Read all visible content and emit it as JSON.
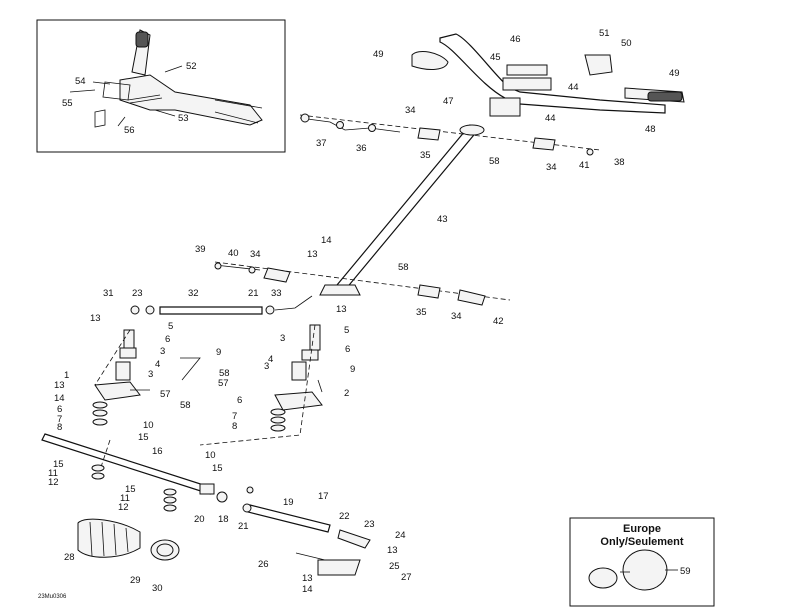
{
  "diagram": {
    "code": "23Mu0306",
    "inset_box_text": "Europe\nOnly/Seulement",
    "inset_line1": "Europe",
    "inset_line2": "Only/Seulement",
    "callouts": {
      "c1": "1",
      "c2": "2",
      "c3a": "3",
      "c3b": "3",
      "c3c": "3",
      "c3d": "3",
      "c4a": "4",
      "c4b": "4",
      "c5a": "5",
      "c5b": "5",
      "c6a": "6",
      "c6b": "6",
      "c6c": "6",
      "c6d": "6",
      "c7a": "7",
      "c7b": "7",
      "c8a": "8",
      "c8b": "8",
      "c9a": "9",
      "c9b": "9",
      "c10a": "10",
      "c10b": "10",
      "c11a": "11",
      "c11b": "11",
      "c12a": "12",
      "c12b": "12",
      "c13a": "13",
      "c13b": "13",
      "c13c": "13",
      "c13d": "13",
      "c13e": "13",
      "c14a": "14",
      "c14b": "14",
      "c14c": "14",
      "c15a": "15",
      "c15b": "15",
      "c15c": "15",
      "c15d": "15",
      "c16": "16",
      "c17": "17",
      "c18": "18",
      "c19": "19",
      "c20": "20",
      "c21a": "21",
      "c21b": "21",
      "c22": "22",
      "c23a": "23",
      "c23b": "23",
      "c24": "24",
      "c25": "25",
      "c26": "26",
      "c27": "27",
      "c28": "28",
      "c29": "29",
      "c30": "30",
      "c31": "31",
      "c32": "32",
      "c33": "33",
      "c34a": "34",
      "c34b": "34",
      "c34c": "34",
      "c34d": "34",
      "c35a": "35",
      "c35b": "35",
      "c36": "36",
      "c37": "37",
      "c38": "38",
      "c39": "39",
      "c40": "40",
      "c41": "41",
      "c42": "42",
      "c43": "43",
      "c44a": "44",
      "c44b": "44",
      "c45": "45",
      "c46": "46",
      "c47": "47",
      "c48": "48",
      "c49a": "49",
      "c49b": "49",
      "c50": "50",
      "c51": "51",
      "c52": "52",
      "c53": "53",
      "c54": "54",
      "c55": "55",
      "c56": "56",
      "c57a": "57",
      "c57b": "57",
      "c58a": "58",
      "c58b": "58",
      "c58c": "58",
      "c58d": "58",
      "c59": "59"
    }
  }
}
